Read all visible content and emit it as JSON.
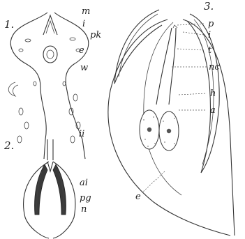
{
  "figures": [
    {
      "number": "1.",
      "labels": {
        "m": "m",
        "i": "i",
        "pk": "pk",
        "e": "e",
        "w": "w",
        "ii": "ii"
      }
    },
    {
      "number": "2.",
      "labels": {
        "ai": "ai",
        "pg": "pg",
        "n": "n"
      }
    },
    {
      "number": "3.",
      "labels": {
        "p": "p",
        "i": "i",
        "t": "t",
        "nc": "nc",
        "h": "h",
        "a": "a",
        "e": "e"
      }
    }
  ]
}
